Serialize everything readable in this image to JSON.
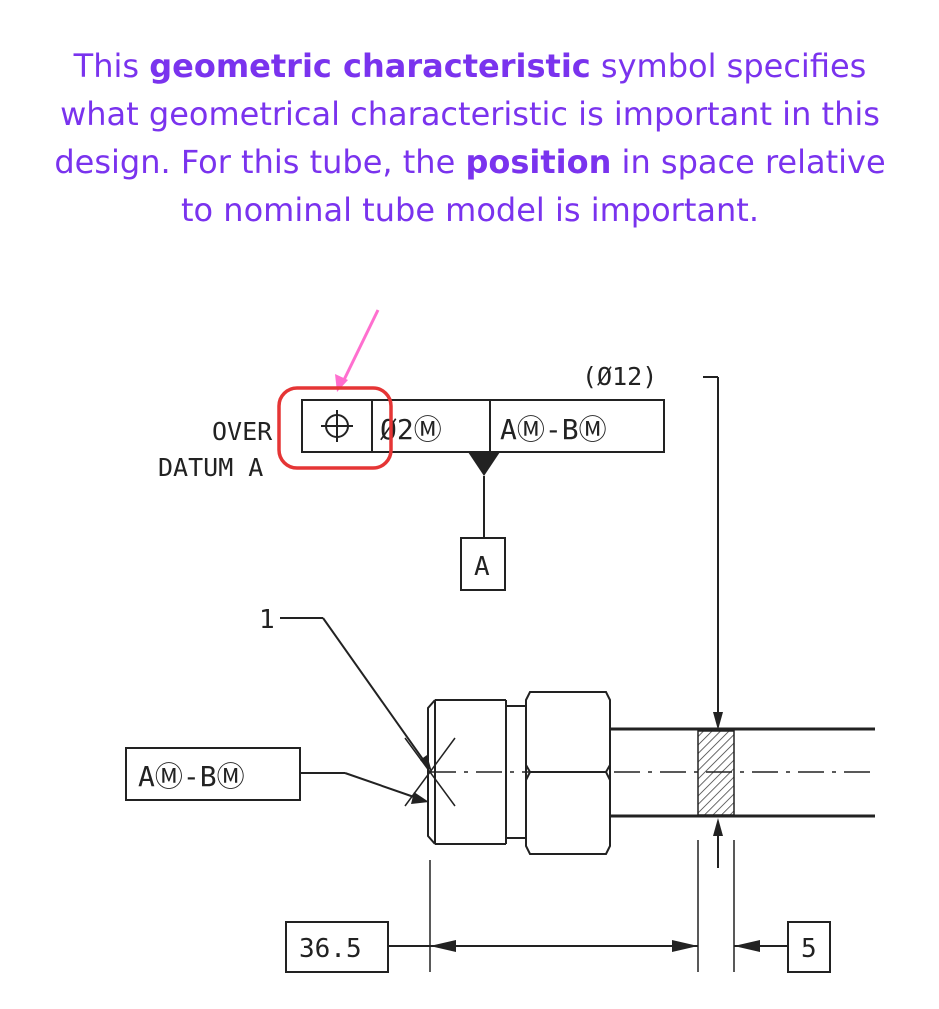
{
  "caption": {
    "part1": "This ",
    "bold1": "geometric characteristic",
    "part2": " symbol specifies what geometrical characteristic is important in this design. For this tube, the ",
    "bold2": "position",
    "part3": " in space relative to nominal tube model is important."
  },
  "drawing": {
    "note_line1": "OVER",
    "note_line2": "DATUM A",
    "diameter_ref": "(Ø12)",
    "fcf": {
      "symbol_icon": "position-symbol-icon",
      "tolerance": "Ø2Ⓜ",
      "datums": "AⓂ-BⓂ"
    },
    "datum_label": "A",
    "leader_label": "1",
    "datum_ref_box": "AⓂ-BⓂ",
    "dim_length": "36.5",
    "dim_width": "5"
  },
  "colors": {
    "caption": "#7a33ee",
    "highlight": "#e53535",
    "arrow": "#ff6fcf",
    "line": "#222222"
  }
}
